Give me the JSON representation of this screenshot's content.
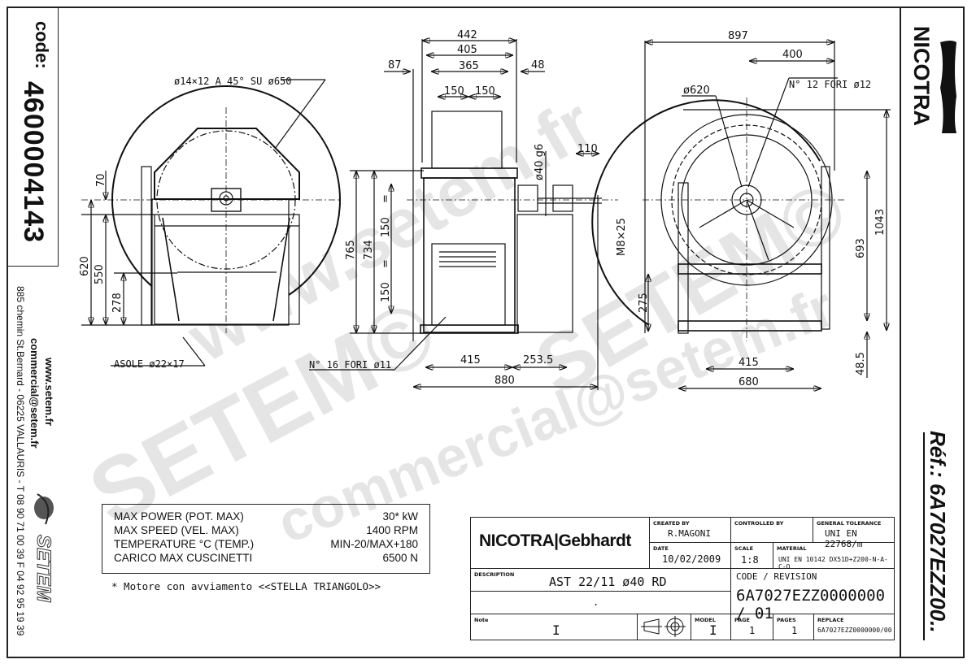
{
  "side_panel": {
    "code_label": "code:",
    "code_value": "4600004143",
    "website": "www.setem.fr",
    "email": "commercial@setem.fr",
    "address": "885 chemin St.Bernard  -  06225 VALLAURIS  -  T 08 90 71 00 39   F 04 92 95 19 39",
    "distributor_logo": "SETEM"
  },
  "brand_logo": "NICOTRA",
  "reference": "Réf.: 6A7027EZZ00..",
  "watermarks": [
    "www.setem.fr",
    "SETEM©",
    "SETEM©",
    "commercial@setem.fr"
  ],
  "front_view": {
    "callout_holes": "ø14×12 A 45° SU ø650",
    "callout_slots": "ASOLE ø22×17",
    "dims": {
      "d70": "70",
      "d620": "620",
      "d550": "550",
      "d278": "278"
    }
  },
  "side_view": {
    "dims": {
      "d442": "442",
      "d405": "405",
      "d365": "365",
      "d87": "87",
      "d48": "48",
      "d150a": "150",
      "d150b": "150",
      "d765": "765",
      "d734": "734",
      "d150c": "150",
      "d150d": "150",
      "eq1": "=",
      "eq2": "=",
      "d415": "415",
      "d253": "253.5",
      "d880": "880",
      "d110": "110",
      "shaft": "ø40 g6",
      "thread": "M8×25"
    },
    "callout_holes": "N° 16 FORI ø11"
  },
  "rear_view": {
    "dims": {
      "d897": "897",
      "d400": "400",
      "d620": "ø620",
      "d693": "693",
      "d1043": "1043",
      "d275": "275",
      "d485": "48.5",
      "d415": "415",
      "d680": "680"
    },
    "callout_holes": "N° 12 FORI ø12"
  },
  "specs": {
    "rows": [
      {
        "label": "MAX POWER (POT. MAX)",
        "value": "30* kW"
      },
      {
        "label": "MAX SPEED (VEL. MAX)",
        "value": "1400 RPM"
      },
      {
        "label": "TEMPERATURE °C (TEMP.)",
        "value": "MIN-20/MAX+180"
      },
      {
        "label": "CARICO MAX CUSCINETTI",
        "value": "6500 N"
      }
    ],
    "footnote": "* Motore con avviamento <<STELLA TRIANGOLO>>"
  },
  "title_block": {
    "brand": "NICOTRA|Gebhardt",
    "created_by_label": "CREATED BY",
    "created_by": "R.MAGONI",
    "controlled_by_label": "CONTROLLED BY",
    "controlled_by": "",
    "tolerance_label": "GENERAL TOLERANCE",
    "tolerance": "UNI EN 22768/m",
    "date_label": "DATE",
    "date": "10/02/2009",
    "scale_label": "SCALE",
    "scale": "1:8",
    "material_label": "MATERIAL",
    "material": "UNI EN 10142 DX51D+Z200-N-A-C-O",
    "description_label": "DESCRIPTION",
    "description": "AST 22/11 ø40 RD",
    "description2": ".",
    "code_revision_label": "CODE / REVISION",
    "code_revision": "6A7027EZZ0000000 / 01",
    "note_label": "Note",
    "note_value": "I",
    "model_label": "MODEL",
    "model_value": "I",
    "page_label": "PAGE",
    "page": "1",
    "pages_label": "PAGES",
    "pages": "1",
    "replace_label": "REPLACE",
    "replace": "6A7027EZZ0000000/00"
  }
}
